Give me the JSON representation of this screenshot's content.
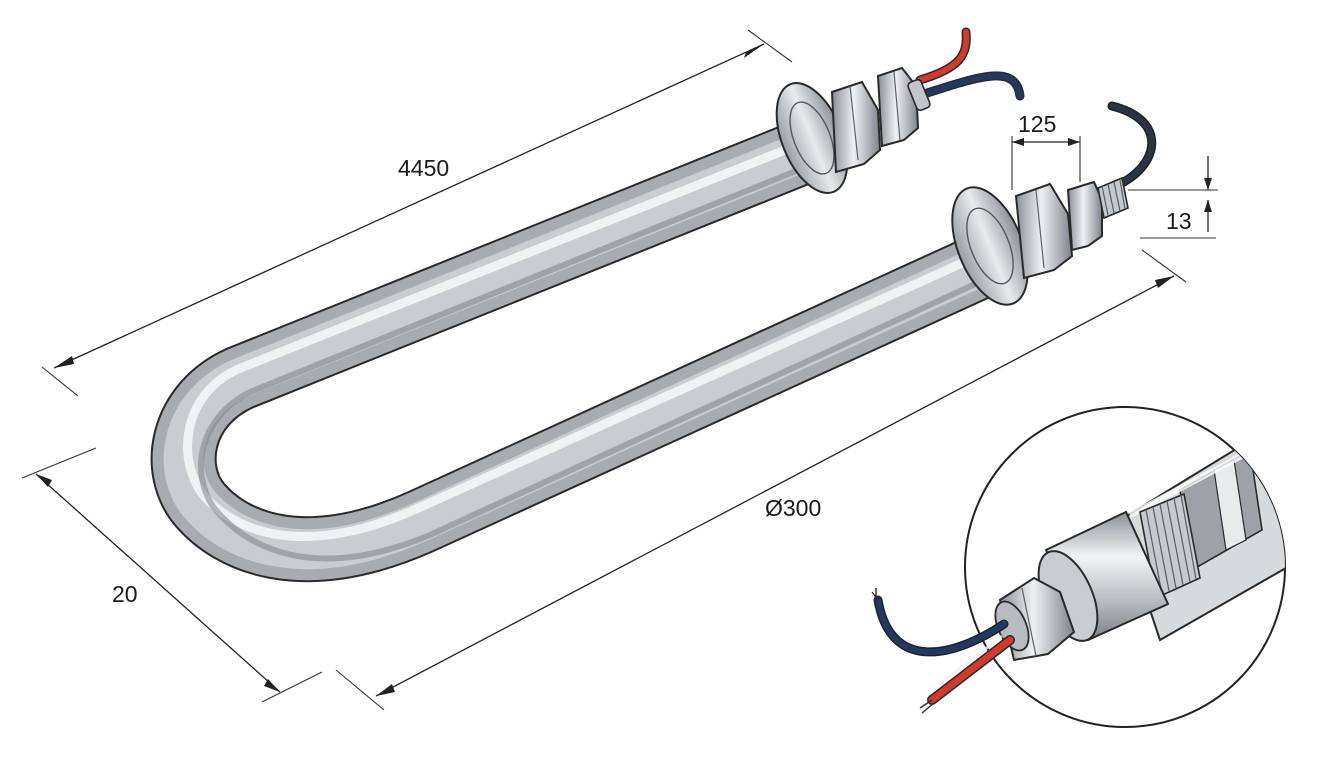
{
  "dimensions": {
    "overall_length": "4450",
    "end_length": "20",
    "diameter": "Ø300",
    "thread_length": "125",
    "thread_height": "13"
  },
  "colors": {
    "tube_metal": "#b9bcc0",
    "outline": "#2a2a2a",
    "wire_red": "#d23a2e",
    "wire_blue": "#26375e",
    "wire_dark": "#2b3440",
    "background": "#ffffff"
  },
  "icons": [
    "u-shaped-heating-element",
    "hex-nut-fitting",
    "detail-magnifier-circle"
  ]
}
